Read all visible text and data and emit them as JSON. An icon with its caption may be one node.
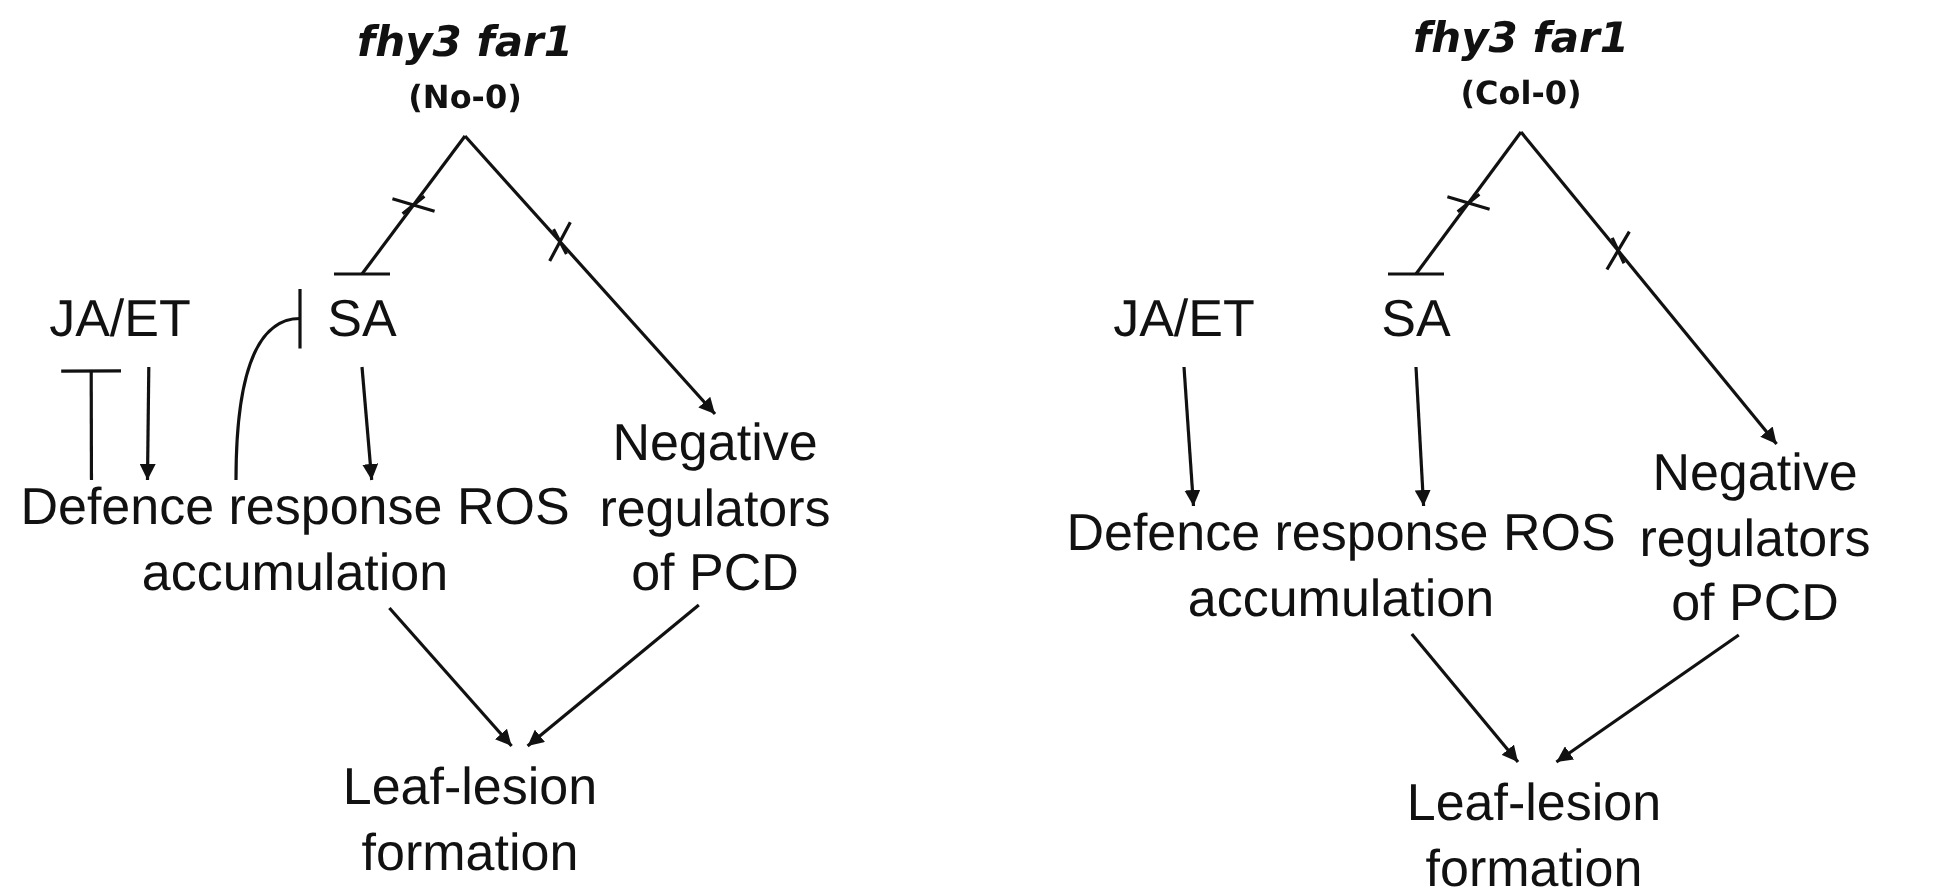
{
  "diagram": {
    "nodes": [
      {
        "text": [
          "fhy3 far1",
          "(No-0)"
        ]
      },
      {
        "text": [
          "JA/ET"
        ]
      },
      {
        "text": [
          "SA"
        ]
      },
      {
        "text": [
          "Negative regulators of PCD"
        ]
      },
      {
        "text": [
          "Defence response ROS accumulation"
        ]
      },
      {
        "text": [
          "Leaf-lesion formation"
        ]
      },
      {
        "text": [
          "fhy3 far1",
          "(Col-0)"
        ]
      },
      {
        "text": [
          "JA/ET"
        ]
      },
      {
        "text": [
          "SA"
        ]
      },
      {
        "text": [
          "Negative regulators of PCD"
        ]
      },
      {
        "text": [
          "Defence response ROS accumulation"
        ]
      },
      {
        "text": [
          "Leaf-lesion formation"
        ]
      }
    ],
    "edges": [
      {
        "from": 0,
        "to": 2,
        "arrow": "other"
      },
      {
        "from": 0,
        "to": 3,
        "arrow": "to"
      },
      {
        "from": 1,
        "to": 4,
        "arrow": "to"
      },
      {
        "from": 4,
        "to": 1,
        "arrow": "other"
      },
      {
        "from": 4,
        "to": 2,
        "arrow": "other"
      },
      {
        "from": 2,
        "to": 4,
        "arrow": "to"
      },
      {
        "from": 4,
        "to": 5,
        "arrow": "to"
      },
      {
        "from": 3,
        "to": 5,
        "arrow": "to"
      },
      {
        "from": 6,
        "to": 8,
        "arrow": "other"
      },
      {
        "from": 6,
        "to": 9,
        "arrow": "to"
      },
      {
        "from": 7,
        "to": 10,
        "arrow": "to"
      },
      {
        "from": 8,
        "to": 10,
        "arrow": "to"
      },
      {
        "from": 10,
        "to": 11,
        "arrow": "to"
      },
      {
        "from": 9,
        "to": 11,
        "arrow": "to"
      }
    ]
  }
}
